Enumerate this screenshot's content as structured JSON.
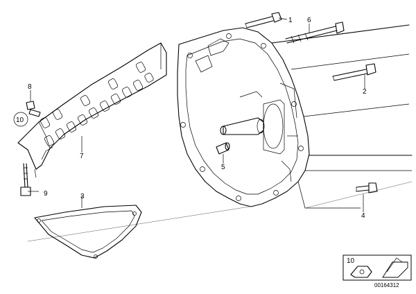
{
  "callouts": [
    {
      "id": "c1",
      "text": "1"
    },
    {
      "id": "c2",
      "text": "2"
    },
    {
      "id": "c3",
      "text": "3"
    },
    {
      "id": "c4",
      "text": "4"
    },
    {
      "id": "c5",
      "text": "5"
    },
    {
      "id": "c6",
      "text": "6"
    },
    {
      "id": "c7",
      "text": "7"
    },
    {
      "id": "c8",
      "text": "8"
    },
    {
      "id": "c9",
      "text": "9"
    },
    {
      "id": "c10",
      "text": "10"
    }
  ],
  "inset": {
    "label": "10"
  },
  "document_number": "00164312"
}
